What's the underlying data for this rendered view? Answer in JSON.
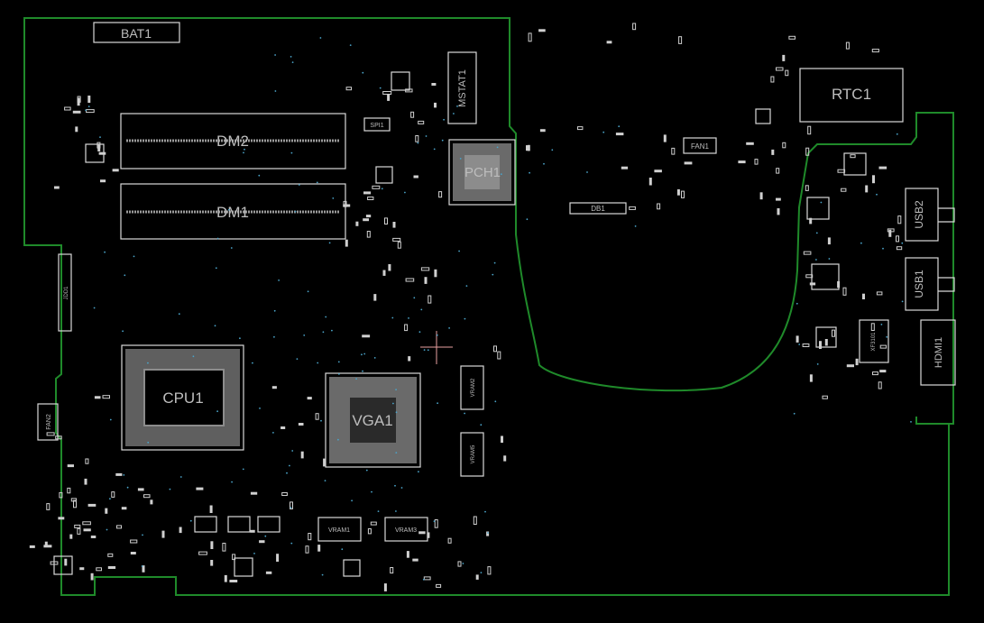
{
  "colors": {
    "background": "#000000",
    "board_edge": "#1f8a2a",
    "silkscreen": "#d8d8d8",
    "label": "#bdbdbd",
    "via": "#4aa3c8",
    "crosshair": "#e8a0a0"
  },
  "labels": {
    "bat1": "BAT1",
    "dm2": "DM2",
    "dm1": "DM1",
    "mstat1": "MSTAT1",
    "pch1": "PCH1",
    "spi": "SPI1",
    "db1": "DB1",
    "fan1": "FAN1",
    "rtc1": "RTC1",
    "usb2": "USB2",
    "usb1": "USB1",
    "hdmi1": "HDMI1",
    "cpu1": "CPU1",
    "vga1": "VGA1",
    "vram2": "VRAM2",
    "vram5": "VRAM5",
    "vram1": "VRAM1",
    "vram3": "VRAM3",
    "fan2": "FAN2",
    "jdd1": "JDD1",
    "xf3101": "XF3101"
  }
}
